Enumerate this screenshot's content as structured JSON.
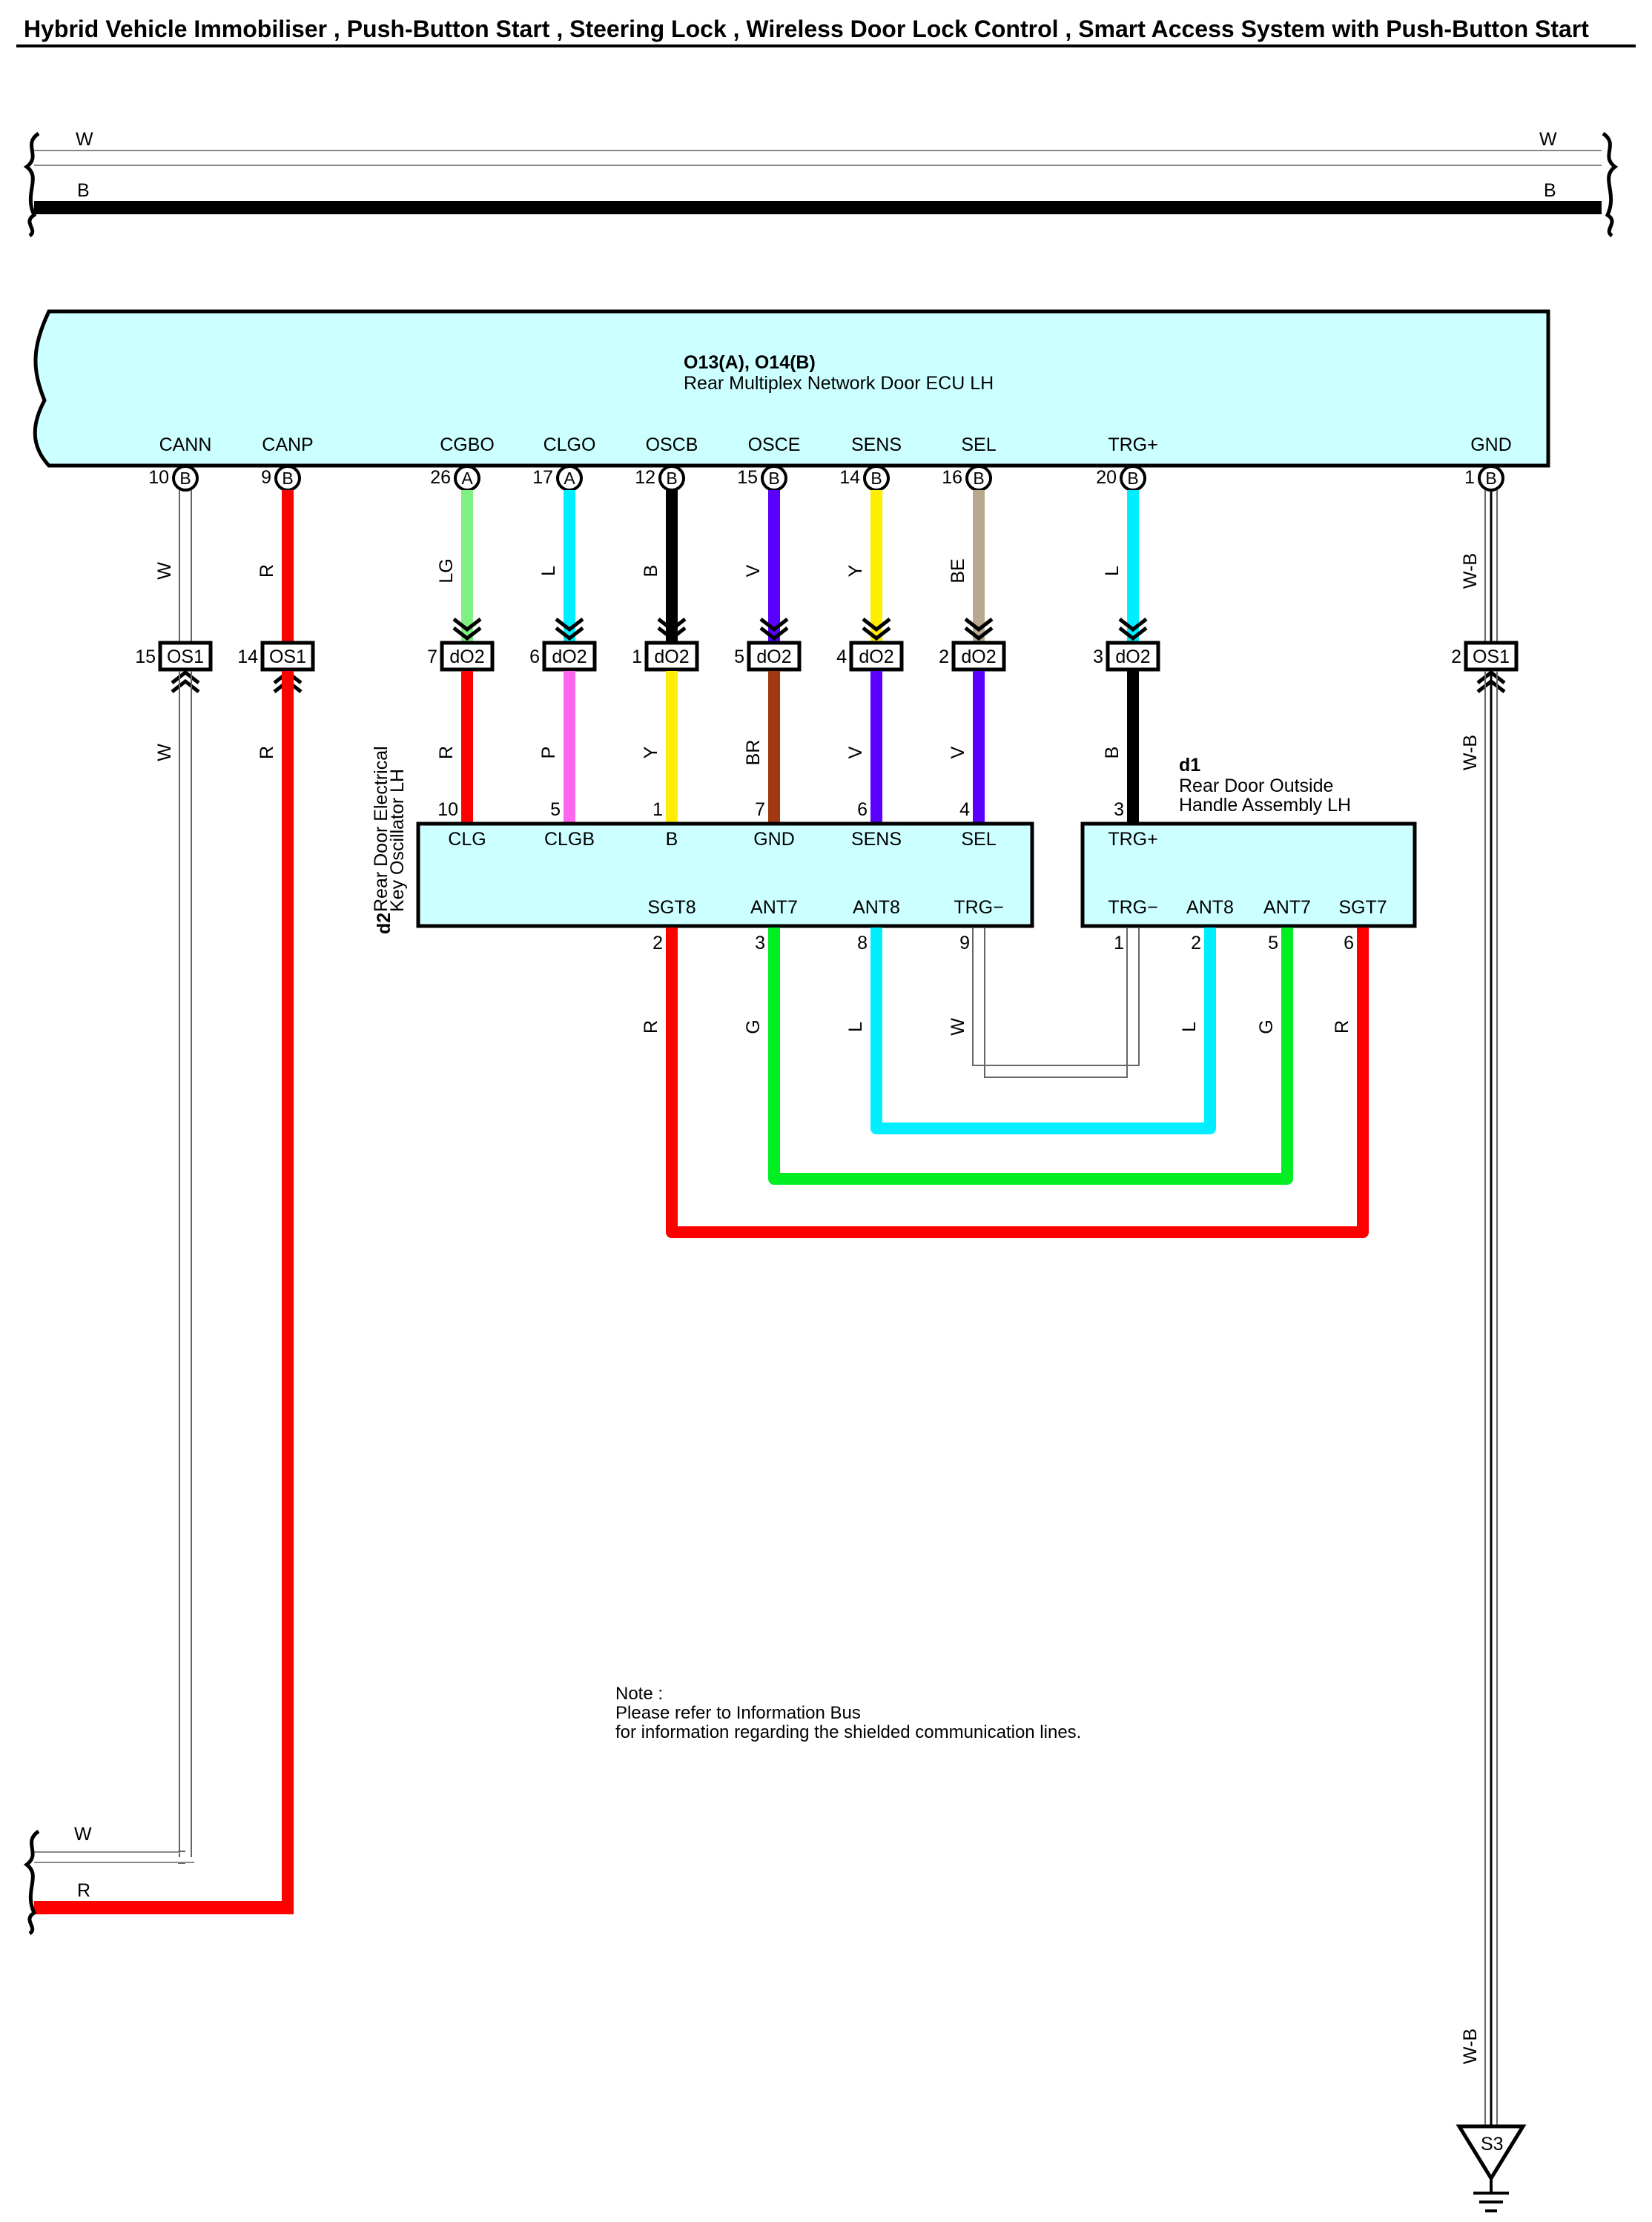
{
  "title": "Hybrid Vehicle Immobiliser , Push-Button Start , Steering Lock , Wireless Door Lock Control , Smart Access System with Push-Button Start",
  "colors": {
    "W": "#ffffff",
    "B": "#000000",
    "R": "#ff0000",
    "LG": "#80f080",
    "L": "#00eeff",
    "V": "#5a00ff",
    "Y": "#ffee00",
    "BE": "#b8a890",
    "P": "#ff66ee",
    "BR": "#a03810",
    "G": "#00ee22",
    "W-B": "#ffffff",
    "ecu_fill": "#ccffff"
  },
  "bus_top": [
    {
      "color": "W",
      "label_left": "W",
      "label_right": "W"
    },
    {
      "color": "B",
      "label_left": "B",
      "label_right": "B"
    }
  ],
  "bus_bottom": [
    {
      "color": "W",
      "label": "W"
    },
    {
      "color": "R",
      "label": "R"
    }
  ],
  "ecu": {
    "code": "O13(A), O14(B)",
    "name": "Rear Multiplex Network Door ECU LH",
    "pins": [
      {
        "name": "CANN",
        "num": "10",
        "conn": "B"
      },
      {
        "name": "CANP",
        "num": "9",
        "conn": "B"
      },
      {
        "name": "CGBO",
        "num": "26",
        "conn": "A"
      },
      {
        "name": "CLGO",
        "num": "17",
        "conn": "A"
      },
      {
        "name": "OSCB",
        "num": "12",
        "conn": "B"
      },
      {
        "name": "OSCE",
        "num": "15",
        "conn": "B"
      },
      {
        "name": "SENS",
        "num": "14",
        "conn": "B"
      },
      {
        "name": "SEL",
        "num": "16",
        "conn": "B"
      },
      {
        "name": "TRG+",
        "num": "20",
        "conn": "B"
      },
      {
        "name": "GND",
        "num": "1",
        "conn": "B"
      }
    ]
  },
  "wires_upper": [
    "W",
    "R",
    "LG",
    "L",
    "B",
    "V",
    "Y",
    "BE",
    "L",
    "W-B"
  ],
  "junctions": [
    {
      "num": "15",
      "code": "OS1"
    },
    {
      "num": "14",
      "code": "OS1"
    },
    {
      "num": "7",
      "code": "dO2"
    },
    {
      "num": "6",
      "code": "dO2"
    },
    {
      "num": "1",
      "code": "dO2"
    },
    {
      "num": "5",
      "code": "dO2"
    },
    {
      "num": "4",
      "code": "dO2"
    },
    {
      "num": "2",
      "code": "dO2"
    },
    {
      "num": "3",
      "code": "dO2"
    },
    {
      "num": "2",
      "code": "OS1"
    }
  ],
  "wires_lower": [
    "W",
    "R",
    "R",
    "P",
    "Y",
    "BR",
    "V",
    "V",
    "B",
    "W-B"
  ],
  "d2": {
    "code": "d2",
    "name_line1": "Rear Door Electrical",
    "name_line2": "Key Oscillator LH",
    "top_pins": [
      {
        "name": "CLG",
        "num": "10"
      },
      {
        "name": "CLGB",
        "num": "5"
      },
      {
        "name": "B",
        "num": "1"
      },
      {
        "name": "GND",
        "num": "7"
      },
      {
        "name": "SENS",
        "num": "6"
      },
      {
        "name": "SEL",
        "num": "4"
      }
    ],
    "bottom_pins": [
      {
        "name": "SGT8",
        "num": "2"
      },
      {
        "name": "ANT7",
        "num": "3"
      },
      {
        "name": "ANT8",
        "num": "8"
      },
      {
        "name": "TRG−",
        "num": "9"
      }
    ]
  },
  "d1": {
    "code": "d1",
    "name_line1": "Rear Door Outside",
    "name_line2": "Handle Assembly LH",
    "top_pins": [
      {
        "name": "TRG+",
        "num": "3"
      }
    ],
    "bottom_pins": [
      {
        "name": "TRG−",
        "num": "1"
      },
      {
        "name": "ANT8",
        "num": "2"
      },
      {
        "name": "ANT7",
        "num": "5"
      },
      {
        "name": "SGT7",
        "num": "6"
      }
    ]
  },
  "loops": [
    {
      "color": "R",
      "label_left": "R",
      "label_right": "R"
    },
    {
      "color": "G",
      "label_left": "G",
      "label_right": "G"
    },
    {
      "color": "L",
      "label_left": "L",
      "label_right": "L"
    },
    {
      "color": "W",
      "label_left": "W"
    }
  ],
  "ground": {
    "wire": "W-B",
    "code": "S3"
  },
  "note": {
    "line1": "Note :",
    "line2": "Please refer to Information Bus",
    "line3": "for information regarding the shielded communication lines."
  }
}
